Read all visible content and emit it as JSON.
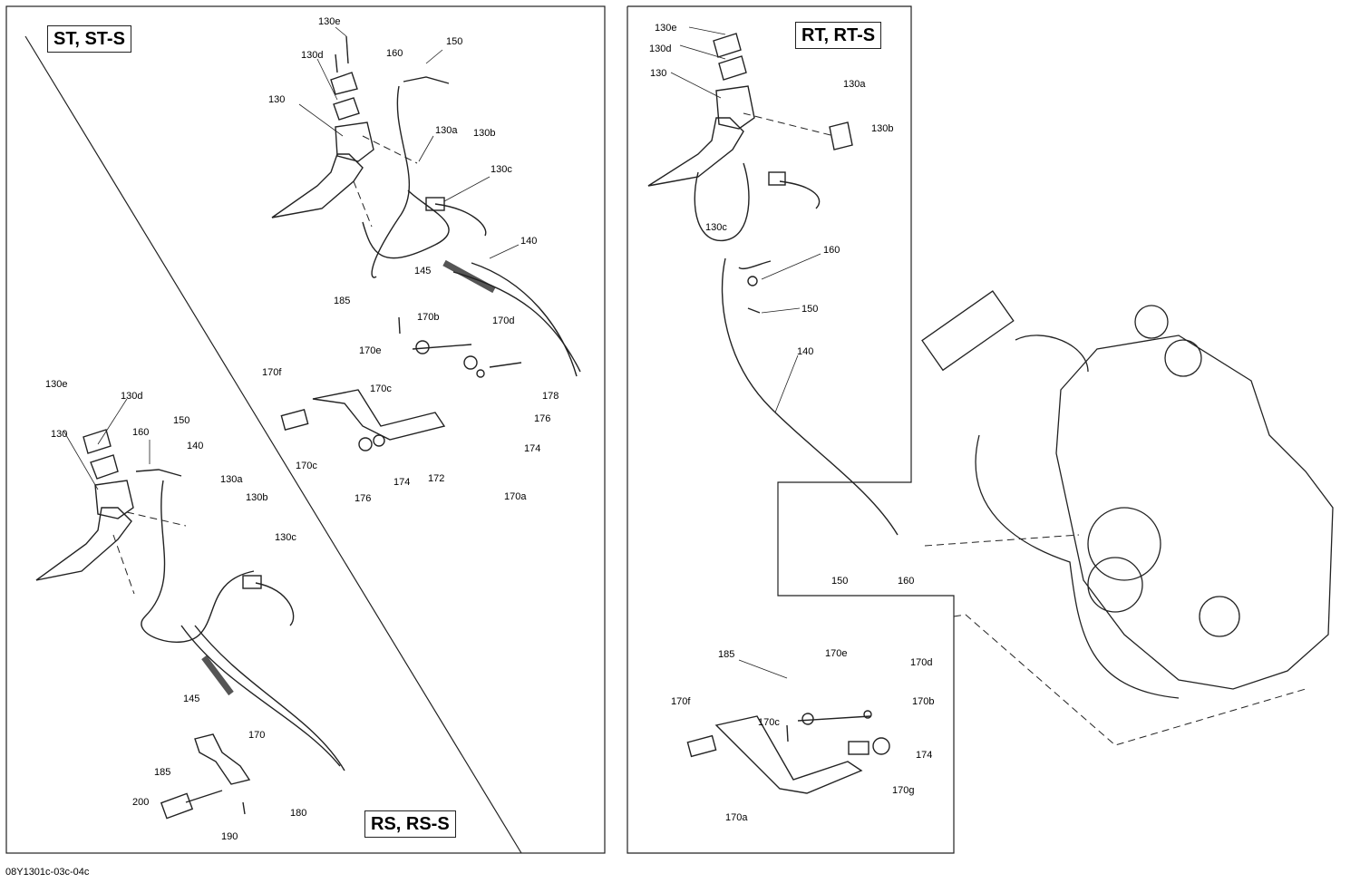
{
  "panel_tags": {
    "st": "ST, ST-S",
    "rt": "RT, RT-S",
    "rs": "RS, RS-S"
  },
  "figure_code": "08Y1301c-03c-04c",
  "callouts_st": [
    "130e",
    "130d",
    "160",
    "150",
    "130",
    "130a",
    "130b",
    "130c",
    "140",
    "145",
    "185",
    "170b",
    "170d",
    "170e",
    "170c",
    "178",
    "170f",
    "176",
    "174",
    "170c",
    "174",
    "172",
    "176",
    "170a"
  ],
  "callouts_rs": [
    "130e",
    "130d",
    "150",
    "130",
    "160",
    "140",
    "130a",
    "130b",
    "130c",
    "145",
    "170",
    "185",
    "200",
    "180",
    "190"
  ],
  "callouts_rt": [
    "130e",
    "130d",
    "130",
    "130a",
    "130b",
    "130c",
    "160",
    "150",
    "140",
    "150",
    "160",
    "185",
    "170e",
    "170d",
    "170b",
    "170f",
    "170c",
    "174",
    "170g",
    "170a"
  ]
}
